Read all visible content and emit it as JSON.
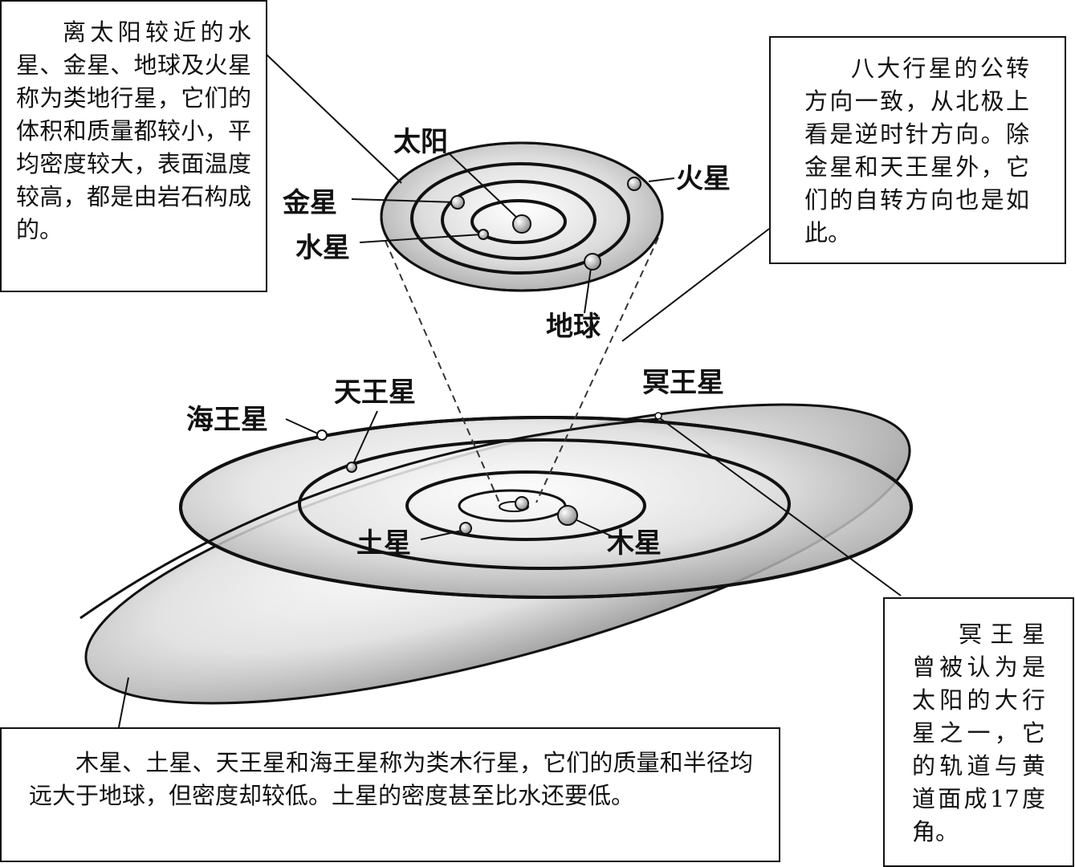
{
  "notes": {
    "terrestrial": "离太阳较近的水星、金星、地球及火星称为类地行星，它们的体积和质量都较小，平均密度较大，表面温度较高，都是由岩石构成的。",
    "revolution": "八大行星的公转方向一致，从北极上看是逆时针方向。除金星和天王星外，它们的自转方向也是如此。",
    "pluto": "冥王星曾被认为是太阳的大行星之一，它的轨道与黄道面成17度角。",
    "jovian": "木星、土星、天王星和海王星称为类木行星，它们的质量和半径均远大于地球，但密度却较低。土星的密度甚至比水还要低。"
  },
  "labels": {
    "sun": "太阳",
    "mercury": "水星",
    "venus": "金星",
    "earth": "地球",
    "mars": "火星",
    "jupiter": "木星",
    "saturn": "土星",
    "uranus": "天王星",
    "neptune": "海王星",
    "pluto": "冥王星"
  },
  "colors": {
    "ink": "#111111",
    "disk_light": "#f4f4f4",
    "disk_dark": "#9a9a9a"
  }
}
